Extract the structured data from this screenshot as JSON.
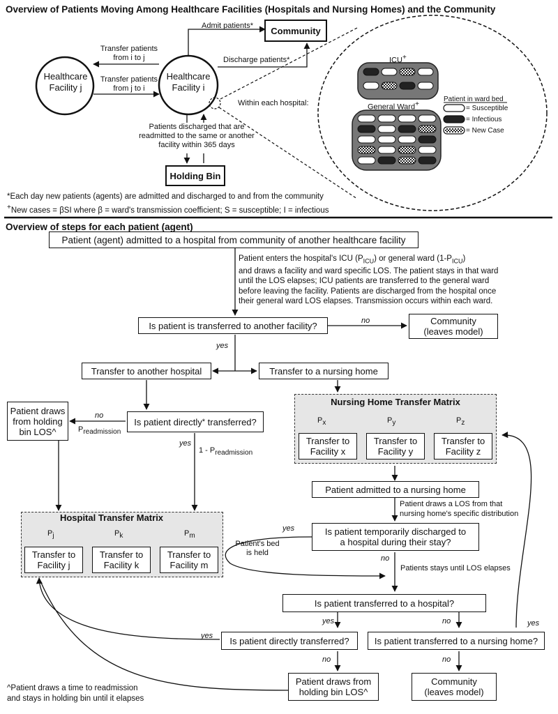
{
  "top": {
    "title": "Overview of Patients Moving Among Healthcare Facilities (Hospitals and Nursing Homes) and the Community",
    "community": "Community",
    "admit": "Admit patients*",
    "discharge": "Discharge  patients*",
    "facility_j_1": "Healthcare",
    "facility_j_2": "Facility j",
    "facility_i_1": "Healthcare",
    "facility_i_2": "Facility i",
    "transfer_ij_1": "Transfer patients",
    "transfer_ij_2": "from i to j",
    "transfer_ji_1": "Transfer patients",
    "transfer_ji_2": "from j to i",
    "readmit_1": "Patients discharged that are",
    "readmit_2": "readmitted to the same or another",
    "readmit_3": "facility within 365 days",
    "holding_bin": "Holding Bin",
    "within": "Within each hospital:",
    "icu": "ICU",
    "icu_plus": "+",
    "general_ward": "General Ward",
    "gw_plus": "+",
    "legend_title": "Patient in ward bed",
    "legend_susceptible": "= Susceptible",
    "legend_infectious": "= Infectious",
    "legend_new": "= New Case",
    "footnote1": "*Each day new patients (agents) are admitted and discharged to and from the community",
    "footnote2_plus": "+",
    "footnote2": "New cases = βSI  where β = ward's transmission coefficient; S = susceptible; I = infectious"
  },
  "steps": {
    "title": "Overview of steps for each patient (agent)",
    "admitted": "Patient (agent) admitted to a hospital from community of another healthcare facility",
    "desc_1a": "Patient enters the hospital's ICU (P",
    "desc_1b": "ICU",
    "desc_1c": ") or general ward (1-P",
    "desc_1d": "ICU",
    "desc_1e": ")",
    "desc_2": "and draws a facility and ward specific LOS.  The patient stays in that ward",
    "desc_3": "until the LOS elapses; ICU patients are transferred to the general ward",
    "desc_4": "before leaving the facility.  Patients are discharged from the hospital once",
    "desc_5": "their general ward LOS elapses.  Transmission occurs within each ward.",
    "q_transferred": "Is patient is transferred to another facility?",
    "no": "no",
    "yes": "yes",
    "community_1": "Community",
    "community_2": "(leaves model)",
    "transfer_hospital": "Transfer to another hospital",
    "transfer_nh": "Transfer to a nursing home",
    "q_direct_a": "Is patient directly",
    "q_direct_star": "*",
    "q_direct_b": " transferred?",
    "draws_1": "Patient draws",
    "draws_2": "from holding",
    "draws_3": "bin LOS^",
    "p_readmission_p": "P",
    "p_readmission_sub": "readmission",
    "one_minus": "1 - P",
    "one_minus_sub": "readmission",
    "nh_matrix": "Nursing Home Transfer Matrix",
    "px": "x",
    "py": "y",
    "pz": "z",
    "p_letter": "P",
    "tf_x_1": "Transfer to",
    "tf_x_2": "Facility x",
    "tf_y_1": "Transfer to",
    "tf_y_2": "Facility y",
    "tf_z_1": "Transfer to",
    "tf_z_2": "Facility z",
    "hosp_matrix": "Hospital Transfer Matrix",
    "pj": "j",
    "pk": "k",
    "pm": "m",
    "tf_j_1": "Transfer to",
    "tf_j_2": "Facility j",
    "tf_k_1": "Transfer to",
    "tf_k_2": "Facility k",
    "tf_m_1": "Transfer to",
    "tf_m_2": "Facility m",
    "nh_admitted": "Patient admitted to a nursing home",
    "nh_los_1": "Patient draws a LOS from that",
    "nh_los_2": "nursing home's specific distribution",
    "q_temp_1": "Is patient temporarily discharged to",
    "q_temp_2": "a hospital during their stay?",
    "bed_held_1": "Patient's bed",
    "bed_held_2": "is held",
    "stays": "Patients stays until LOS elapses",
    "q_to_hospital": "Is patient transferred to a hospital?",
    "q_direct2": "Is patient directly transferred?",
    "q_to_nh": "Is patient transferred to a nursing home?",
    "draws2_1": "Patient draws from",
    "draws2_2": "holding bin LOS^",
    "community2_1": "Community",
    "community2_2": "(leaves model)",
    "caret_1": "^Patient draws a time to readmission",
    "caret_2": "and stays in holding bin until it elapses"
  }
}
